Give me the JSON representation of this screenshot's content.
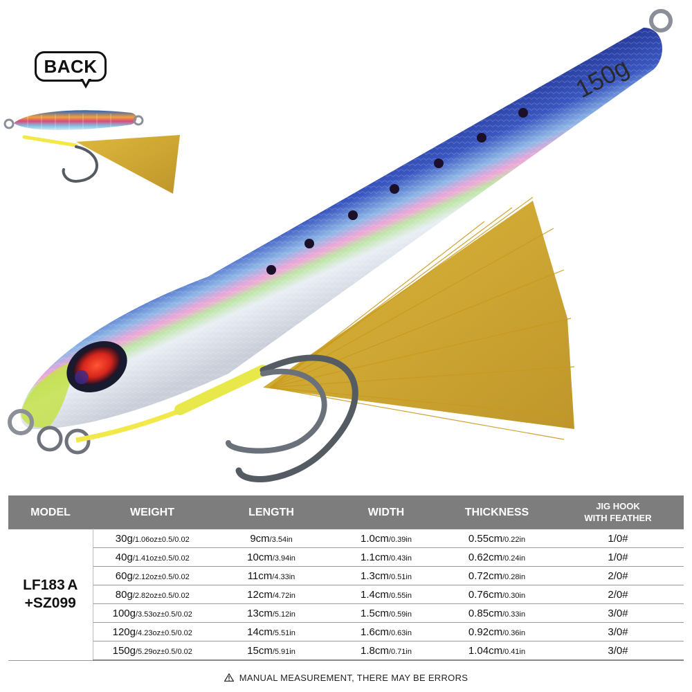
{
  "badge": {
    "label": "BACK"
  },
  "lure": {
    "weight_marking": "150g"
  },
  "table": {
    "headers": {
      "model": "MODEL",
      "weight": "WEIGHT",
      "length": "LENGTH",
      "width": "WIDTH",
      "thickness": "THICKNESS",
      "hook_line1": "JIG HOOK",
      "hook_line2": "WITH FEATHER"
    },
    "model_line1": "LF183 A",
    "model_line2": "+SZ099",
    "rows": [
      {
        "weight": "30g",
        "weight_sub": "/1.06oz±0.5/0.02",
        "length": "9cm",
        "length_sub": "/3.54in",
        "width": "1.0cm",
        "width_sub": "/0.39in",
        "thickness": "0.55cm",
        "thickness_sub": "/0.22in",
        "hook": "1/0#"
      },
      {
        "weight": "40g",
        "weight_sub": "/1.41oz±0.5/0.02",
        "length": "10cm",
        "length_sub": "/3.94in",
        "width": "1.1cm",
        "width_sub": "/0.43in",
        "thickness": "0.62cm",
        "thickness_sub": "/0.24in",
        "hook": "1/0#"
      },
      {
        "weight": "60g",
        "weight_sub": "/2.12oz±0.5/0.02",
        "length": "11cm",
        "length_sub": "/4.33in",
        "width": "1.3cm",
        "width_sub": "/0.51in",
        "thickness": "0.72cm",
        "thickness_sub": "/0.28in",
        "hook": "2/0#"
      },
      {
        "weight": "80g",
        "weight_sub": "/2.82oz±0.5/0.02",
        "length": "12cm",
        "length_sub": "/4.72in",
        "width": "1.4cm",
        "width_sub": "/0.55in",
        "thickness": "0.76cm",
        "thickness_sub": "/0.30in",
        "hook": "2/0#"
      },
      {
        "weight": "100g",
        "weight_sub": "/3.53oz±0.5/0.02",
        "length": "13cm",
        "length_sub": "/5.12in",
        "width": "1.5cm",
        "width_sub": "/0.59in",
        "thickness": "0.85cm",
        "thickness_sub": "/0.33in",
        "hook": "3/0#"
      },
      {
        "weight": "120g",
        "weight_sub": "/4.23oz±0.5/0.02",
        "length": "14cm",
        "length_sub": "/5.51in",
        "width": "1.6cm",
        "width_sub": "/0.63in",
        "thickness": "0.92cm",
        "thickness_sub": "/0.36in",
        "hook": "3/0#"
      },
      {
        "weight": "150g",
        "weight_sub": "/5.29oz±0.5/0.02",
        "length": "15cm",
        "length_sub": "/5.91in",
        "width": "1.8cm",
        "width_sub": "/0.71in",
        "thickness": "1.04cm",
        "thickness_sub": "/0.41in",
        "hook": "3/0#"
      }
    ]
  },
  "footer_note": "MANUAL MEASUREMENT, THERE MAY BE ERRORS"
}
